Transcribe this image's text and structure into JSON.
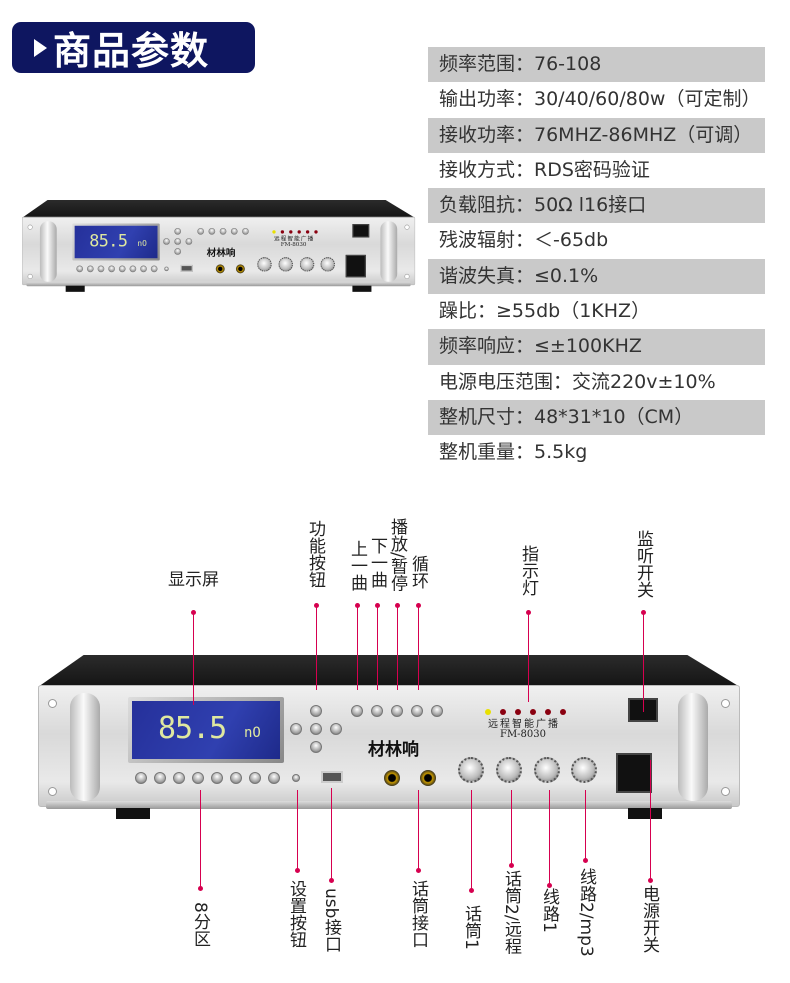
{
  "header": {
    "title": "商品参数"
  },
  "specs": [
    "频率范围：76-108",
    "输出功率：30/40/60/80w（可定制）",
    "接收功率：76MHZ-86MHZ（可调）",
    "接收方式：RDS密码验证",
    "负载阻抗：50Ω l16接口",
    "残波辐射：＜-65db",
    "谐波失真：≤0.1%",
    "躁比：≥55db（1KHZ）",
    "频率响应：≤±100KHZ",
    "电源电压范围：交流220v±10%",
    "整机尺寸：48*31*10（CM）",
    "整机重量：5.5kg"
  ],
  "device": {
    "brand": "材林响",
    "name": "远程智能广播",
    "model": "FM-8030",
    "lcd_freq": "85.5",
    "lcd_text": "nO"
  },
  "callouts": {
    "display": "显示屏",
    "function": "功能按钮",
    "prev": "上一曲",
    "next": "下一曲",
    "play": "播放/暂停",
    "loop": "循环",
    "indicator": "指示灯",
    "monitor": "监听开关",
    "zones": "8分区",
    "settings": "设置按钮",
    "usb": "usb接口",
    "mic_port": "话筒接口",
    "mic1": "话筒1",
    "mic2": "话筒2/远程",
    "line1": "线路1",
    "line2": "线路2/mp3",
    "power": "电源开关"
  }
}
